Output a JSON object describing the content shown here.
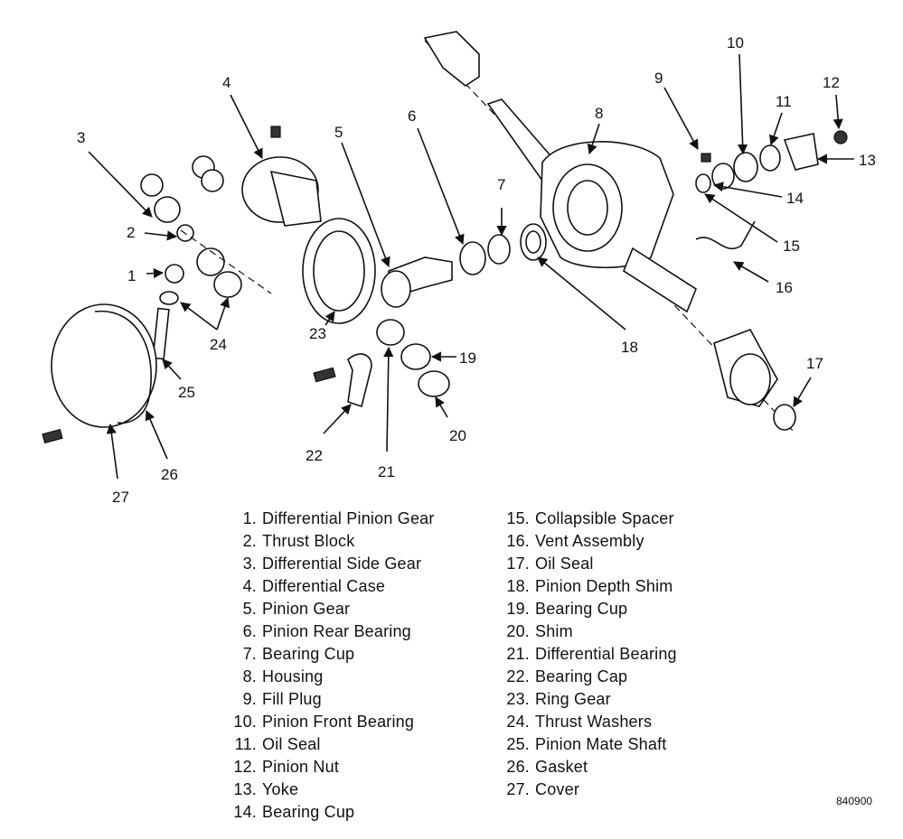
{
  "figure_code": "840900",
  "legend_left": [
    {
      "num": "1.",
      "text": "Differential Pinion Gear"
    },
    {
      "num": "2.",
      "text": "Thrust Block"
    },
    {
      "num": "3.",
      "text": "Differential Side Gear"
    },
    {
      "num": "4.",
      "text": "Differential Case"
    },
    {
      "num": "5.",
      "text": "Pinion Gear"
    },
    {
      "num": "6.",
      "text": "Pinion Rear Bearing"
    },
    {
      "num": "7.",
      "text": "Bearing Cup"
    },
    {
      "num": "8.",
      "text": "Housing"
    },
    {
      "num": "9.",
      "text": "Fill Plug"
    },
    {
      "num": "10.",
      "text": "Pinion Front Bearing"
    },
    {
      "num": "11.",
      "text": "Oil Seal"
    },
    {
      "num": "12.",
      "text": "Pinion Nut"
    },
    {
      "num": "13.",
      "text": "Yoke"
    },
    {
      "num": "14.",
      "text": "Bearing Cup"
    }
  ],
  "legend_right": [
    {
      "num": "15.",
      "text": "Collapsible Spacer"
    },
    {
      "num": "16.",
      "text": "Vent Assembly"
    },
    {
      "num": "17.",
      "text": "Oil Seal"
    },
    {
      "num": "18.",
      "text": "Pinion Depth Shim"
    },
    {
      "num": "19.",
      "text": "Bearing Cup"
    },
    {
      "num": "20.",
      "text": "Shim"
    },
    {
      "num": "21.",
      "text": "Differential Bearing"
    },
    {
      "num": "22.",
      "text": "Bearing Cap"
    },
    {
      "num": "23.",
      "text": "Ring Gear"
    },
    {
      "num": "24.",
      "text": "Thrust Washers"
    },
    {
      "num": "25.",
      "text": "Pinion Mate Shaft"
    },
    {
      "num": "26.",
      "text": "Gasket"
    },
    {
      "num": "27.",
      "text": "Cover"
    }
  ],
  "callouts": {
    "c1": "1",
    "c2": "2",
    "c3": "3",
    "c4": "4",
    "c5": "5",
    "c6": "6",
    "c7": "7",
    "c8": "8",
    "c9": "9",
    "c10": "10",
    "c11": "11",
    "c12": "12",
    "c13": "13",
    "c14": "14",
    "c15": "15",
    "c16": "16",
    "c17": "17",
    "c18": "18",
    "c19": "19",
    "c20": "20",
    "c21": "21",
    "c22": "22",
    "c23": "23",
    "c24": "24",
    "c25": "25",
    "c26": "26",
    "c27": "27"
  }
}
